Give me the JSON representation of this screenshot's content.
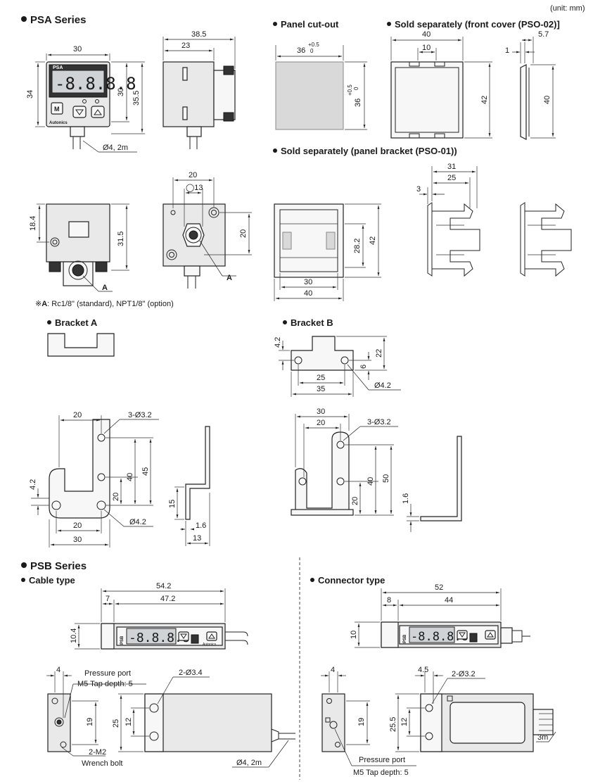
{
  "unit_note": "(unit: mm)",
  "psa": {
    "title": "PSA Series",
    "panel_cutout": "Panel cut-out",
    "front_cover": "Sold separately (front cover (PSO-02)]",
    "panel_bracket": "Sold separately (panel bracket (PSO-01))",
    "note_prefix": "※",
    "note_bold": "A",
    "note_text": ": Rc1/8\" (standard), NPT1/8\" (option)",
    "bracket_a": "Bracket A",
    "bracket_b": "Bracket B",
    "lcd_text": "PSA",
    "lcd_digits": "-8.8.8.8",
    "brand": "Autonics",
    "dims": {
      "front_w": "30",
      "front_h": "34",
      "front_h_inner": "30",
      "front_h_total": "35.5",
      "cable": "Ø4, 2m",
      "side_w": "38.5",
      "side_w_inner": "23",
      "cut_w": "36",
      "cut_tol": "+0.5",
      "cut_tol0": "0",
      "cov_w": "40",
      "cov_tab": "10",
      "cov_h": "42",
      "cov_s1": "1",
      "cov_s2": "5.7",
      "cov_sh": "40",
      "back_h1": "18.4",
      "back_h2": "31.5",
      "port_label": "A",
      "mnt_w": "20",
      "mnt_port": "◯13",
      "mnt_h": "20",
      "pb_h1": "28.2",
      "pb_h2": "42",
      "pb_w1": "30",
      "pb_w2": "40",
      "pbs_w1": "31",
      "pbs_w2": "25",
      "pbs_w3": "3",
      "ba_w": "20",
      "ba_holes": "3-Ø3.2",
      "ba_h1": "40",
      "ba_h2": "45",
      "ba_h3": "20",
      "ba_off": "4.2",
      "ba_hole": "Ø4.2",
      "ba_w2": "20",
      "ba_w3": "30",
      "ba_s1": "15",
      "ba_s2": "1.6",
      "ba_s3": "13",
      "bbt_h": "4.2",
      "bbt_h2": "22",
      "bbt_h3": "6",
      "bbt_w1": "25",
      "bbt_w2": "35",
      "bbt_hole": "Ø4.2",
      "bb_w1": "30",
      "bb_w2": "20",
      "bb_holes": "3-Ø3.2",
      "bb_h1": "50",
      "bb_h2": "40",
      "bb_h3": "20",
      "bb_s": "1.6"
    }
  },
  "psb": {
    "title": "PSB Series",
    "cable_type": "Cable type",
    "connector_type": "Connector type",
    "lcd_digits": "-8.8.8.8",
    "lcd_side": "PSB",
    "brand": "Autonics",
    "pressure_port": "Pressure port",
    "tap": "M5 Tap depth: 5",
    "m2": "2-M2",
    "wrench": "Wrench bolt",
    "cable": "Ø4, 2m",
    "dims": {
      "c_total": "54.2",
      "c_off": "7",
      "c_body": "47.2",
      "c_h": "10.4",
      "c_s": "4",
      "c_sh": "19",
      "c_holes": "2-Ø3.4",
      "c_bh": "25",
      "c_bh2": "12",
      "k_total": "52",
      "k_off": "8",
      "k_body": "44",
      "k_h": "10",
      "k_s": "4",
      "k_sh": "19",
      "k_s2": "4.5",
      "k_holes": "2-Ø3.2",
      "k_bh": "25.5",
      "k_bh2": "12",
      "k_cable": "3m"
    }
  }
}
